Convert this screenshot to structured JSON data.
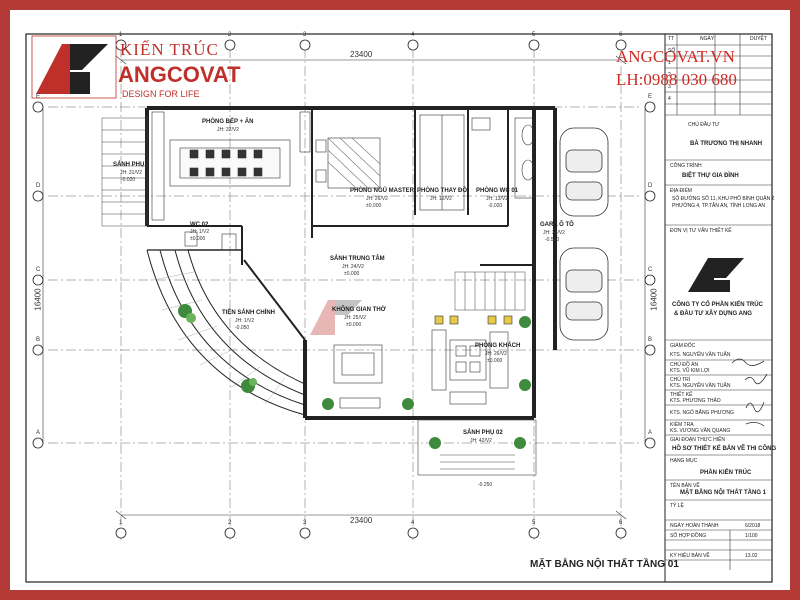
{
  "brand": {
    "kientruc": "KIẾN TRÚC",
    "name": "ANGCOVAT",
    "slogan": "DESIGN FOR LIFE",
    "url": "ANGCOVAT.VN",
    "phone": "LH:0988 030 680"
  },
  "dimensions": {
    "width_top": "23400",
    "width_bottom": "23400",
    "height_left": "16400",
    "height_right": "16400"
  },
  "grid": {
    "cols": [
      "1",
      "2",
      "3",
      "4",
      "5",
      "6"
    ],
    "rows": [
      "E",
      "D",
      "C",
      "B",
      "A"
    ]
  },
  "rooms": {
    "bep": {
      "name": "PHÒNG BẾP + ĂN",
      "code": "JH: 32/V2"
    },
    "sanh_phu": {
      "name": "SẢNH PHỤ",
      "code": "JH: 31/V2",
      "level": "-0.020"
    },
    "master": {
      "name": "PHÒNG NGỦ MASTER",
      "code": "JH: 26/V2",
      "level": "±0.000"
    },
    "thay_do": {
      "name": "PHÒNG THAY ĐỒ",
      "code": "JH: 12/V2"
    },
    "wc01": {
      "name": "PHÒNG WC 01",
      "code": "JH: 13/V2",
      "level": "-0.020"
    },
    "wc02": {
      "name": "WC 02",
      "code": "JH: 1/V2",
      "level": "±0.000"
    },
    "gara": {
      "name": "GARA Ô TÔ",
      "code": "JH: 34/V2",
      "level": "-0.550"
    },
    "sanh_tt": {
      "name": "SẢNH TRUNG TÂM",
      "code": "JH: 24/V2",
      "level": "±0.000"
    },
    "tien_sanh": {
      "name": "TIỀN SẢNH CHÍNH",
      "code": "JH: 1/V2",
      "level": "-0.050"
    },
    "tho": {
      "name": "KHÔNG GIAN THỜ",
      "code": "JH: 25/V2",
      "level": "±0.000"
    },
    "khach": {
      "name": "PHÒNG KHÁCH",
      "code": "JH: 26/V2",
      "level": "±0.000"
    },
    "sanh_phu2": {
      "name": "SẢNH PHỤ 02",
      "code": "JH: 42/V2"
    },
    "ext_level": "-0.250"
  },
  "title_block": {
    "rev": [
      "TT",
      "SỐ",
      "1",
      "2",
      "3",
      "4"
    ],
    "rev_head": [
      "NGÀY",
      "DUYỆT"
    ],
    "owner_label": "CHỦ ĐẦU TƯ",
    "owner": "BÀ TRƯƠNG THỊ NHANH",
    "project_label": "CÔNG TRÌNH",
    "project": "BIỆT THỰ GIA ĐÌNH",
    "location_label": "ĐỊA ĐIỂM",
    "location_1": "SỐ ĐƯỜNG SỐ 11, KHU PHỐ BÌNH QUẬN 2",
    "location_2": "PHƯỜNG 4, TP.TÂN AN, TỈNH LONG AN",
    "consultant_label": "ĐƠN VỊ TƯ VẤN THIẾT KẾ",
    "company_1": "CÔNG TY CỔ PHẦN KIẾN TRÚC",
    "company_2": "& ĐẦU TƯ XÂY DỰNG ANG",
    "director_label": "GIÁM ĐỐC",
    "director": "KTS. NGUYỄN VĂN TUẤN",
    "chief_label": "CHỦ ĐỒ ÁN",
    "chief": "KTS. VŨ KIM LỢI",
    "pm_label": "CHỦ TRÌ",
    "pm": "KTS. NGUYỄN VĂN TUẤN",
    "design_label": "THIẾT KẾ",
    "design": "KTS. PHƯƠNG THẢO",
    "draw": "KTS. NGÔ BẰNG PHƯƠNG",
    "check_label": "KIỂM TRA",
    "check": "KS. VƯƠNG VĂN QUANG",
    "phase_label": "GIAI ĐOẠN THỰC HIỆN",
    "phase": "HỒ SƠ THIẾT KẾ BẢN VẼ THI CÔNG",
    "category_label": "HẠNG MỤC",
    "category": "PHẦN KIẾN TRÚC",
    "drawing_label": "TÊN BẢN VẼ",
    "drawing": "MẶT BẰNG NỘI THẤT TẦNG 1",
    "scale_label": "TỶ LỆ",
    "date_label": "NGÀY HOÀN THÀNH",
    "date": "6/2018",
    "proj_no_label": "SỐ HỢP ĐỒNG",
    "proj_no": "1/100",
    "sheet_no_label": "KÝ HIỆU BẢN VẼ",
    "sheet_no": "13.02"
  },
  "sheet_title": "MẶT BẰNG NỘI THẤT TẦNG 01"
}
